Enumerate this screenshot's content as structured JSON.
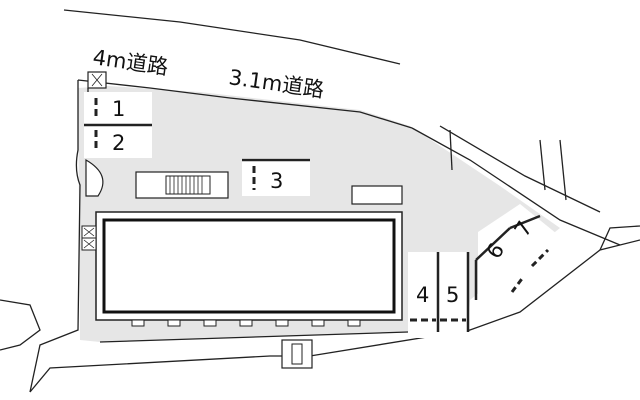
{
  "roads": {
    "road_4m": "4m道路",
    "road_3_1m": "3.1m道路"
  },
  "parking_spaces": [
    "1",
    "2",
    "3",
    "4",
    "5",
    "6",
    "7"
  ],
  "colors": {
    "lot_fill": "#e6e6e6",
    "line": "#222222",
    "building_fill": "#ffffff"
  }
}
